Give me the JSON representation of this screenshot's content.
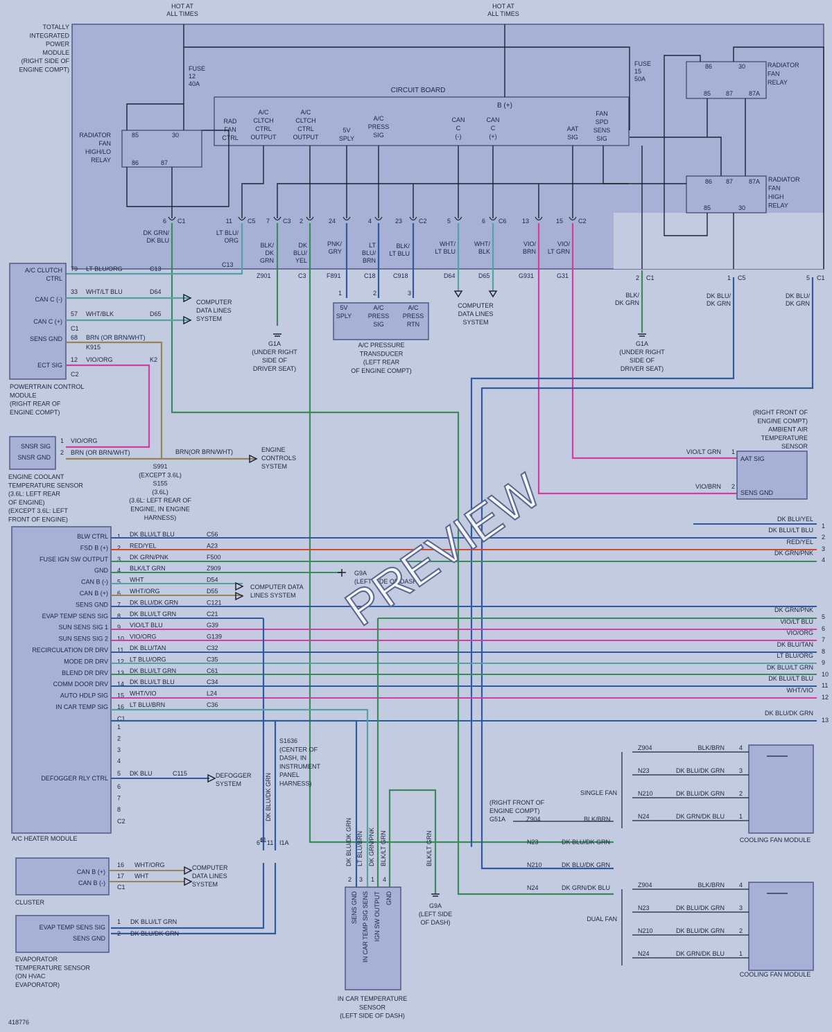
{
  "hot": [
    "HOT AT",
    "ALL TIMES"
  ],
  "tipm": [
    "TOTALLY",
    "INTEGRATED",
    "POWER",
    "MODULE",
    "(RIGHT SIDE OF",
    "ENGINE COMPT)"
  ],
  "fuse12": [
    "FUSE",
    "12",
    "40A"
  ],
  "fuse15": [
    "FUSE",
    "15",
    "50A"
  ],
  "circuit_board": "CIRCUIT BOARD",
  "b_plus": "B (+)",
  "relay_hilo": [
    "RADIATOR",
    "FAN",
    "HIGH/LO",
    "RELAY"
  ],
  "relay_fan": [
    "RADIATOR",
    "FAN",
    "RELAY"
  ],
  "relay_high": [
    "RADIATOR",
    "FAN",
    "HIGH",
    "RELAY"
  ],
  "board_cols": [
    [
      "RAD",
      "FAN",
      "CTRL"
    ],
    [
      "A/C",
      "CLTCH",
      "CTRL",
      "OUTPUT"
    ],
    [
      "A/C",
      "CLTCH",
      "CTRL",
      "OUTPUT"
    ],
    [
      "5V",
      "SPLY"
    ],
    [
      "A/C",
      "PRESS",
      "SIG"
    ],
    [
      "CAN",
      "C",
      "(-)"
    ],
    [
      "CAN",
      "C",
      "(+)"
    ],
    [
      "AAT",
      "SIG"
    ],
    [
      "FAN",
      "SPD",
      "SENS",
      "SIG"
    ]
  ],
  "pcm": {
    "pins": [
      "A/C CLUTCH",
      "CTRL",
      "CAN C (-)",
      "CAN C (+)",
      "SENS GND",
      "ECT SIG"
    ],
    "title": [
      "POWERTRAIN CONTROL",
      "MODULE",
      "(RIGHT REAR OF",
      "ENGINE COMPT)"
    ]
  },
  "ect": {
    "pins": [
      "SNSR SIG",
      "SNSR GND"
    ],
    "title": [
      "ENGINE COOLANT",
      "TEMPERATURE SENSOR",
      "(3.6L: LEFT REAR",
      "OF ENGINE)",
      "(EXCEPT 3.6L: LEFT",
      "FRONT OF ENGINE)"
    ]
  },
  "ac_pressure": {
    "pins": [
      [
        "5V",
        "SPLY"
      ],
      [
        "A/C",
        "PRESS",
        "SIG"
      ],
      [
        "A/C",
        "PRESS",
        "RTN"
      ]
    ],
    "title": [
      "A/C PRESSURE",
      "TRANSDUCER",
      "(LEFT REAR",
      "OF ENGINE COMPT)"
    ]
  },
  "computer_lines": [
    "COMPUTER",
    "DATA LINES",
    "SYSTEM"
  ],
  "g1a": [
    "G1A",
    "(UNDER RIGHT",
    "SIDE OF",
    "DRIVER SEAT)"
  ],
  "engine_controls": [
    "ENGINE",
    "CONTROLS",
    "SYSTEM"
  ],
  "s991": [
    "S991",
    "(EXCEPT 3.6L)",
    "S155",
    "(3.6L)",
    "(3.6L: LEFT REAR OF",
    "ENGINE, IN ENGINE",
    "HARNESS)"
  ],
  "aat": {
    "title": [
      "(RIGHT FRONT OF",
      "ENGINE COMPT)",
      "AMBIENT AIR",
      "TEMPERATURE",
      "SENSOR"
    ],
    "pins": [
      "AAT SIG",
      "SENS GND"
    ],
    "wires": [
      "VIO/LT GRN",
      "VIO/BRN"
    ]
  },
  "hvac": {
    "pins": [
      "BLW CTRL",
      "FSD B (+)",
      "FUSE IGN SW OUTPUT",
      "GND",
      "CAN B (-)",
      "CAN B (+)",
      "SENS GND",
      "EVAP TEMP SENS SIG",
      "SUN SENS SIG 1",
      "SUN SENS SIG 2",
      "RECIRCULATION DR DRV",
      "MODE DR DRV",
      "BLEND DR DRV",
      "COMM DOOR DRV",
      "AUTO HDLP SIG",
      "IN CAR TEMP SIG"
    ],
    "colors": [
      "DK BLU/LT BLU",
      "RED/YEL",
      "DK GRN/PNK",
      "BLK/LT GRN",
      "WHT",
      "WHT/ORG",
      "DK BLU/DK GRN",
      "DK BLU/LT GRN",
      "VIO/LT BLU",
      "VIO/ORG",
      "DK BLU/TAN",
      "LT BLU/ORG",
      "DK BLU/LT GRN",
      "DK BLU/LT BLU",
      "WHT/VIO",
      "LT BLU/BRN"
    ],
    "circuits": [
      "C56",
      "A23",
      "F500",
      "Z909",
      "D54",
      "D55",
      "C121",
      "C21",
      "G39",
      "G139",
      "C32",
      "C35",
      "C61",
      "C34",
      "L24",
      "C36"
    ],
    "defog": "DEFOGGER RLY CTRL",
    "defog_wire": [
      "DK BLU",
      "C115"
    ],
    "defog_sys": [
      "DEFOGGER",
      "SYSTEM"
    ],
    "title": "A/C HEATER MODULE"
  },
  "g9a_dash": [
    "G9A",
    "(LEFT SIDE OF DASH)"
  ],
  "computer_data_lines2": [
    "COMPUTER DATA",
    "LINES SYSTEM"
  ],
  "right_tags": [
    {
      "c": "DK BLU/YEL",
      "n": "1"
    },
    {
      "c": "DK BLU/LT BLU",
      "n": "2"
    },
    {
      "c": "RED/YEL",
      "n": "3"
    },
    {
      "c": "DK GRN/PNK",
      "n": "4"
    },
    {
      "c": "DK GRN/PNK",
      "n": "5"
    },
    {
      "c": "VIO/LT BLU",
      "n": "6"
    },
    {
      "c": "VIO/ORG",
      "n": "7"
    },
    {
      "c": "DK BLU/TAN",
      "n": "8"
    },
    {
      "c": "LT BLU/ORG",
      "n": "9"
    },
    {
      "c": "DK BLU/LT GRN",
      "n": "10"
    },
    {
      "c": "DK BLU/LT BLU",
      "n": "11"
    },
    {
      "c": "WHT/VIO",
      "n": "12"
    },
    {
      "c": "DK BLU/DK GRN",
      "n": "13"
    }
  ],
  "s1636": [
    "S1636",
    "(CENTER OF",
    "DASH, IN",
    "INSTRUMENT",
    "PANEL",
    "HARNESS)"
  ],
  "cluster": {
    "pins": [
      "CAN B (+)",
      "CAN B (-)"
    ],
    "colors": [
      "WHT/ORG",
      "WHT"
    ],
    "title": "CLUSTER"
  },
  "evap": {
    "pins": [
      "EVAP TEMP SENS SIG",
      "SENS GND"
    ],
    "colors": [
      "DK BLU/LT GRN",
      "DK BLU/DK GRN"
    ],
    "title": [
      "EVAPORATOR",
      "TEMPERATURE SENSOR",
      "(ON HVAC",
      "EVAPORATOR)"
    ]
  },
  "incar": {
    "pins": [
      "SENS GND",
      "IN CAR TEMP SIG SENS",
      "IGN SW OUTPUT",
      "GND"
    ],
    "wires": [
      "DK BLU/DK GRN",
      "LT BLU/BRN",
      "DK GRN/PNK",
      "BLK/LT GRN"
    ],
    "title": [
      "IN CAR TEMPERATURE",
      "SENSOR",
      "(LEFT SIDE OF DASH)"
    ]
  },
  "g9a_side": [
    "G9A",
    "(LEFT SIDE",
    "OF DASH)"
  ],
  "blk_lt_grn": "BLK/LT GRN",
  "g51a": [
    "(RIGHT FRONT OF",
    "ENGINE COMPT)",
    "G51A"
  ],
  "fan_rows": [
    {
      "ckt": "Z904",
      "c": "BLK/BRN",
      "p": "4"
    },
    {
      "ckt": "N23",
      "c": "DK BLU/DK GRN",
      "p": "3"
    },
    {
      "ckt": "N210",
      "c": "DK BLU/DK GRN",
      "p": "2"
    },
    {
      "ckt": "N24",
      "c": "DK GRN/DK BLU",
      "p": "1"
    }
  ],
  "single_fan": "SINGLE FAN",
  "dual_fan": "DUAL FAN",
  "cooling_fan": "COOLING FAN MODULE",
  "code": "418776",
  "watermark": "PREVIEW",
  "colors": {
    "bg": "#c3cbe0",
    "box": "#a7b1d6",
    "green": "#3a8a5b",
    "teal": "#56a1a6",
    "blue": "#2f5aa0",
    "pink": "#d33ca0",
    "brn": "#9a8358",
    "red": "#d4472c"
  }
}
